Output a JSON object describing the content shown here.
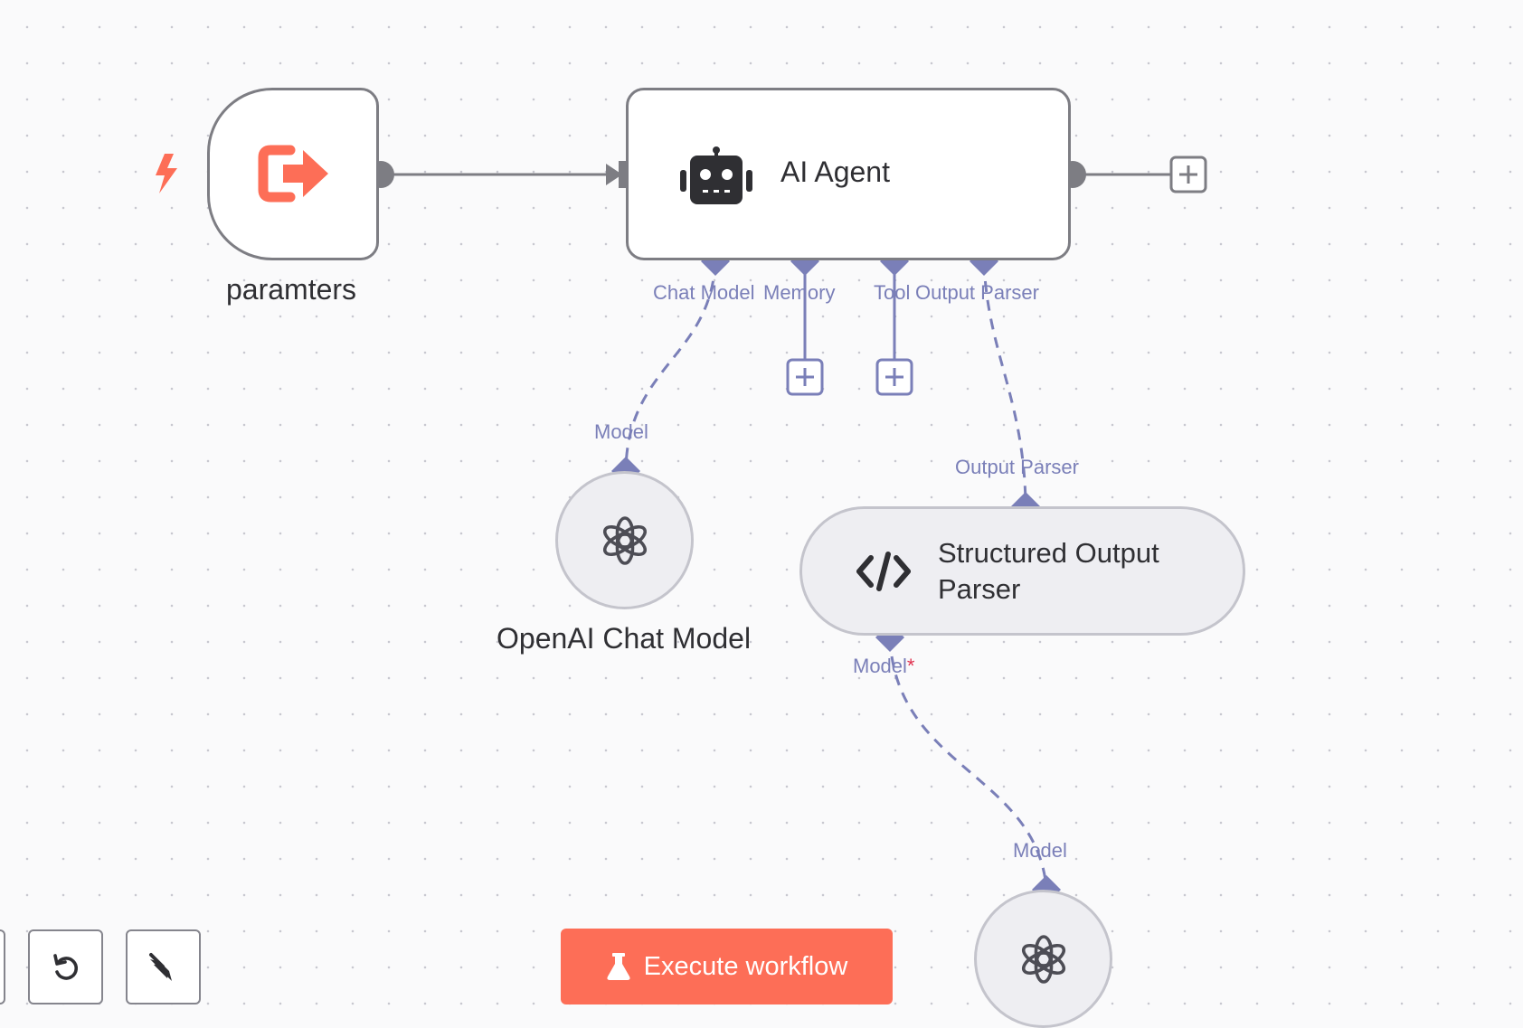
{
  "nodes": {
    "trigger": {
      "title": "paramters",
      "icon": "exit-arrow-icon"
    },
    "agent": {
      "title": "AI Agent",
      "icon": "robot-icon"
    },
    "openai_model_1": {
      "title": "OpenAI Chat Model",
      "icon": "openai-icon"
    },
    "output_parser": {
      "title": "Structured Output Parser",
      "icon": "code-icon"
    },
    "openai_model_2": {
      "title": "",
      "icon": "openai-icon"
    }
  },
  "ports": {
    "chat_model": "Chat Model",
    "memory": "Memory",
    "tool": "Tool",
    "output_parser": "Output Parser",
    "openai1_model": "Model",
    "parser_input": "Output Parser",
    "parser_model": "Model",
    "parser_model_required": "*",
    "openai2_model": "Model"
  },
  "toolbar": {
    "execute_label": "Execute workflow"
  },
  "colors": {
    "accent": "#fd6e57",
    "port": "#7a7fb8",
    "node_border": "#7d7d83",
    "connection": "#7d7d83",
    "required": "#e0314f"
  }
}
